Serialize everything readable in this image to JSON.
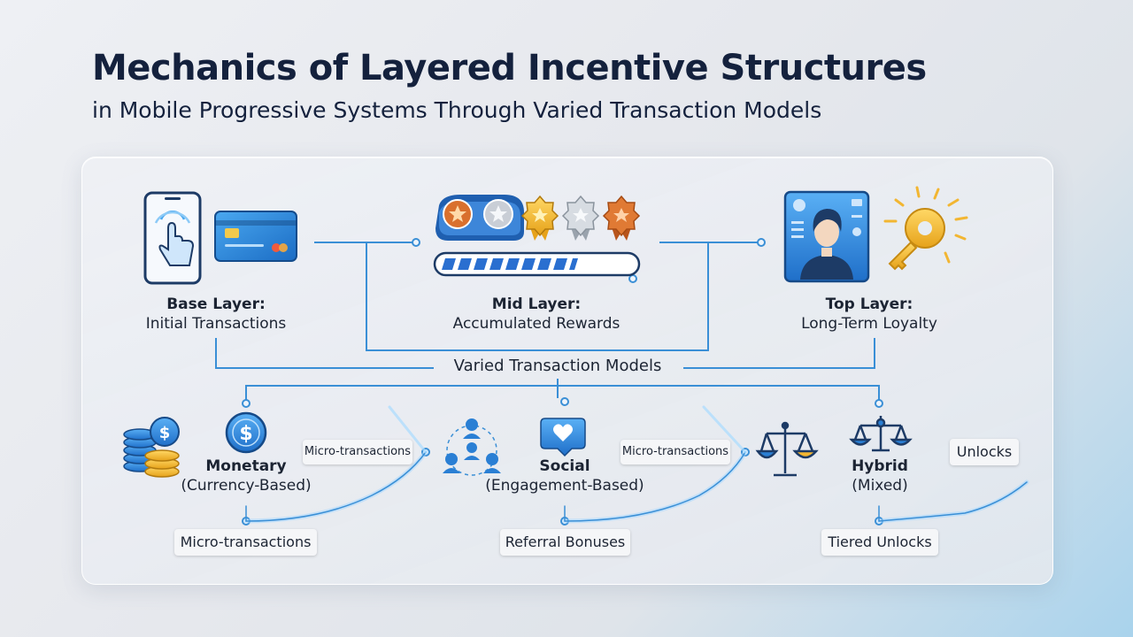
{
  "header": {
    "title": "Mechanics of  Layered Incentive Structures",
    "subtitle": "in Mobile Progressive Systems Through Varied Transaction Models"
  },
  "layers": [
    {
      "heading": "Base Layer:",
      "sub": "Initial Transactions",
      "icons": [
        "smartphone-tap-icon",
        "credit-card-icon"
      ]
    },
    {
      "heading": "Mid Layer:",
      "sub": "Accumulated Rewards",
      "icons": [
        "reward-badges-icon",
        "progress-bar-icon"
      ]
    },
    {
      "heading": "Top Layer:",
      "sub": "Long-Term Loyalty",
      "icons": [
        "member-id-card-icon",
        "golden-key-icon"
      ]
    }
  ],
  "center_label": "Varied Transaction Models",
  "models": [
    {
      "heading": "Monetary",
      "sub": "(Currency-Based)",
      "icons": [
        "coin-stacks-icon",
        "dollar-coin-icon"
      ]
    },
    {
      "heading": "Social",
      "sub": "(Engagement-Based)",
      "icons": [
        "people-network-icon",
        "heart-chat-icon"
      ]
    },
    {
      "heading": "Hybrid",
      "sub": "(Mixed)",
      "icons": [
        "balance-scale-icon"
      ]
    }
  ],
  "tags": {
    "monetary_bottom": "Micro-transactions",
    "social_bottom": "Referral Bonuses",
    "hybrid_bottom": "Tiered Unlocks",
    "link_1": "Micro-transactions",
    "link_2": "Micro-transactions",
    "unlocks": "Unlocks"
  },
  "colors": {
    "title": "#14213d",
    "connector": "#3a8fd6",
    "glow": "#9fd6ff",
    "accent_blue": "#2a7fd4",
    "gold": "#f2b632",
    "bronze": "#d9702e"
  }
}
